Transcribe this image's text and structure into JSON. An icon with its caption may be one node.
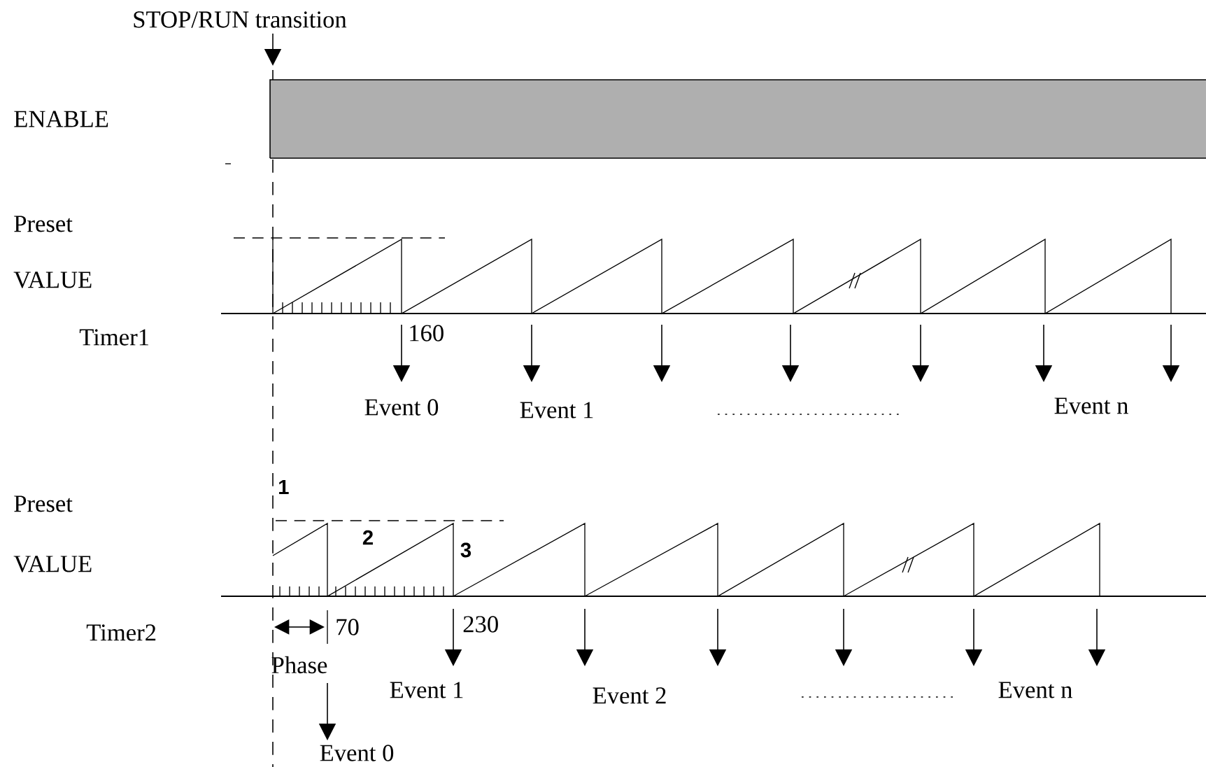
{
  "diagram": {
    "labels": [
      "STOP/RUN transition",
      "ENABLE",
      "Preset",
      "VALUE",
      "Timer1",
      "160",
      "Event 0",
      "Event 1",
      "Event n",
      "1",
      "Preset",
      "2",
      "3",
      "VALUE",
      "Timer2",
      "70",
      "230",
      "Phase",
      "Event 1",
      "Event 2",
      "Event n",
      "Event 0"
    ]
  }
}
